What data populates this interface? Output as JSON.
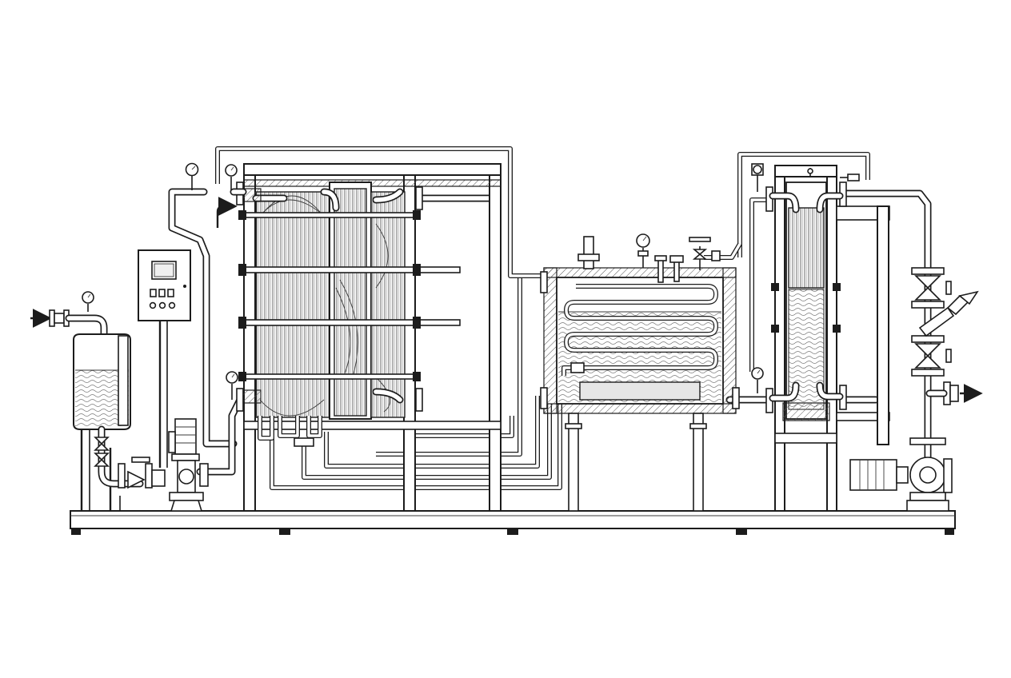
{
  "diagram": {
    "kind": "process-equipment-line-drawing",
    "style": "black ink on white, technical illustration",
    "colors": {
      "ink": "#1c1c1c",
      "background": "#ffffff",
      "shade": "#e6e6e6"
    },
    "components": [
      {
        "id": "feed-inlet",
        "icon": "arrow-right-icon"
      },
      {
        "id": "balance-tank",
        "icon": "tank-icon"
      },
      {
        "id": "control-panel",
        "icon": "control-cabinet-icon"
      },
      {
        "id": "feed-pump",
        "icon": "pump-icon"
      },
      {
        "id": "plate-heat-exchanger",
        "icon": "plate-exchanger-icon"
      },
      {
        "id": "holding-tank-with-coil",
        "icon": "coil-tank-icon"
      },
      {
        "id": "final-plate-exchanger",
        "icon": "plate-exchanger-icon"
      },
      {
        "id": "discharge-pump",
        "icon": "pump-icon"
      },
      {
        "id": "product-outlet",
        "icon": "arrow-right-icon"
      }
    ],
    "text_labels": []
  }
}
